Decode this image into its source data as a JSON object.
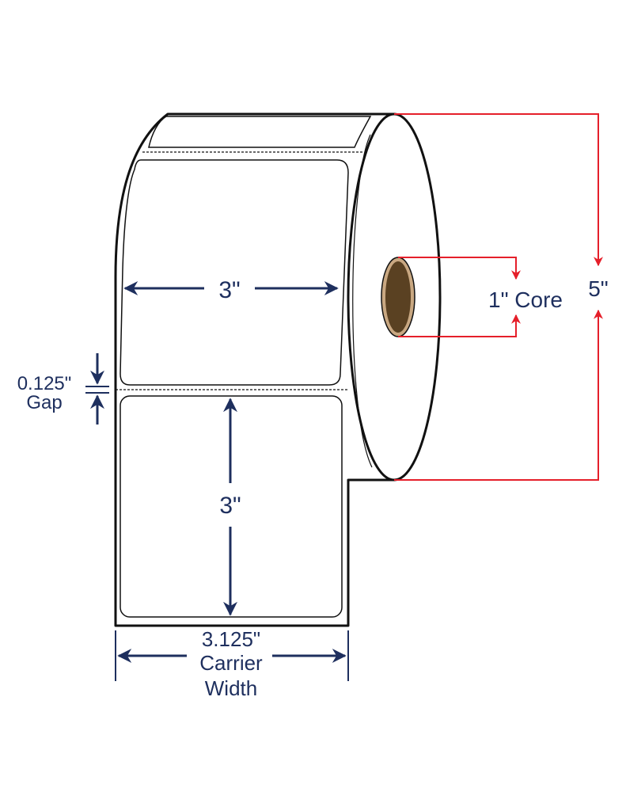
{
  "labels": {
    "label_width": "3\"",
    "label_height": "3\"",
    "gap_value": "0.125\"",
    "gap_word": "Gap",
    "carrier_value": "3.125\"",
    "carrier_line1": "Carrier",
    "carrier_line2": "Width",
    "core": "1\" Core",
    "roll_diameter": "5\""
  },
  "colors": {
    "dimension_navy": "#1e2f5e",
    "dimension_red": "#e51f2a",
    "core_brown": "#5a4122",
    "core_rim": "#c9a882",
    "outline": "#111111"
  }
}
